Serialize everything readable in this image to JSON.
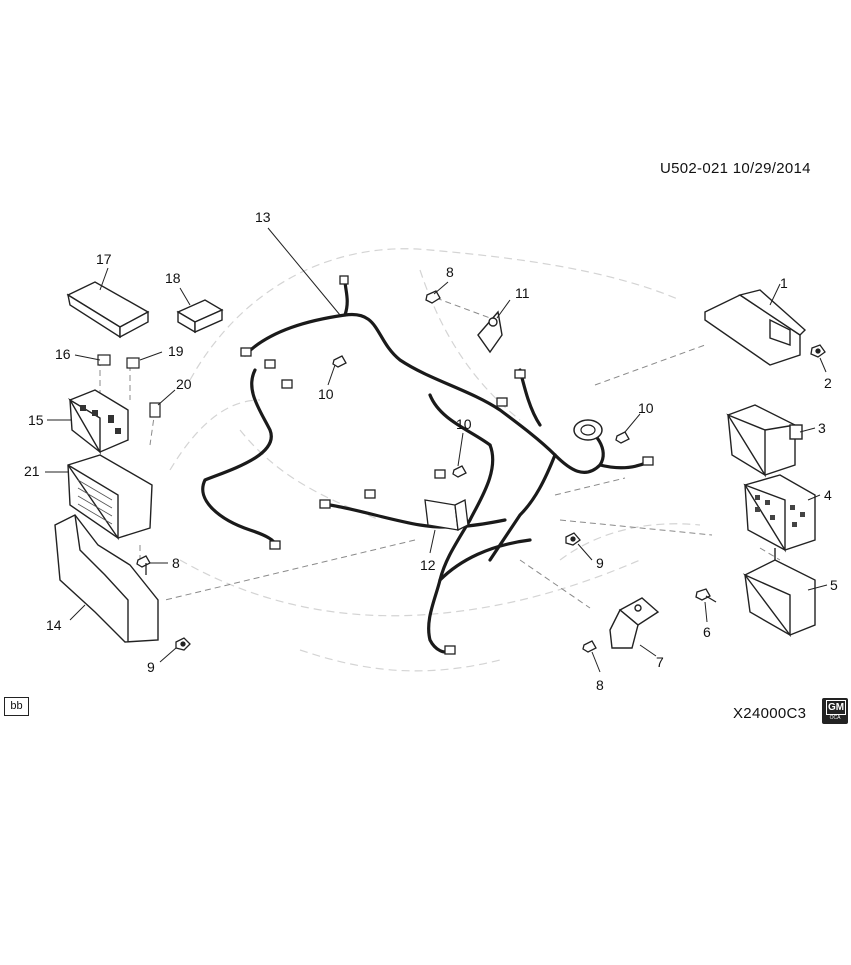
{
  "header": {
    "code": "U502-021  10/29/2014"
  },
  "footer": {
    "diagram_code": "X24000C3",
    "badge": "bb"
  },
  "logo": {
    "text": "GM",
    "subtext": "OCA"
  },
  "callouts": [
    "1",
    "2",
    "3",
    "4",
    "5",
    "6",
    "7",
    "8",
    "8",
    "8",
    "9",
    "9",
    "10",
    "10",
    "10",
    "11",
    "12",
    "13",
    "14",
    "15",
    "16",
    "17",
    "18",
    "19",
    "20",
    "21"
  ]
}
